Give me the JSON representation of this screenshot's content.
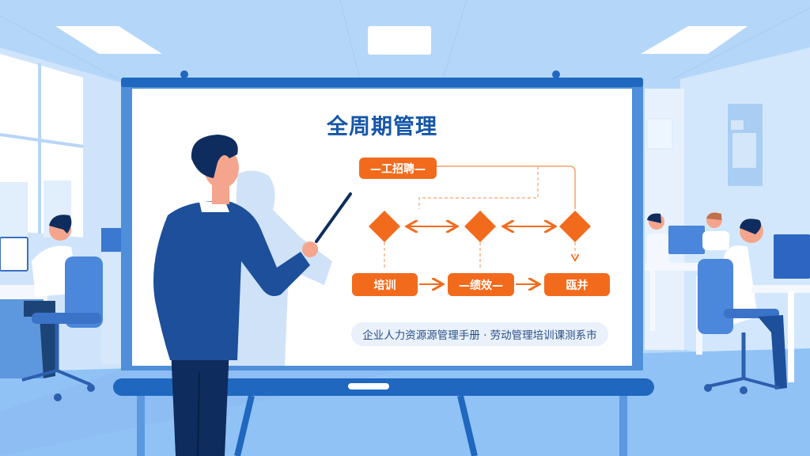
{
  "scene": {
    "description": "Flat-style office illustration: presenter pointing at a whiteboard showing a full-lifecycle HR management flow",
    "colors": {
      "sky_blue_bg": "#b8d8f8",
      "board_blue": "#1f67bf",
      "board_frame": "#4f8fd9",
      "accent_orange": "#f26b1d",
      "title_blue": "#1556a8",
      "suit_blue": "#1d4f9a",
      "pants_navy": "#0f2c5e"
    }
  },
  "whiteboard": {
    "title": "全周期管理",
    "flow": {
      "top_node": "—工招聘—",
      "diamonds": [
        "decision-1",
        "decision-2",
        "decision-3"
      ],
      "bottom_nodes": [
        "培训",
        "—绩效—",
        "瓯并"
      ]
    },
    "footer": "企业人力资源源管理手册 · 劳动管理培训课测系市"
  }
}
